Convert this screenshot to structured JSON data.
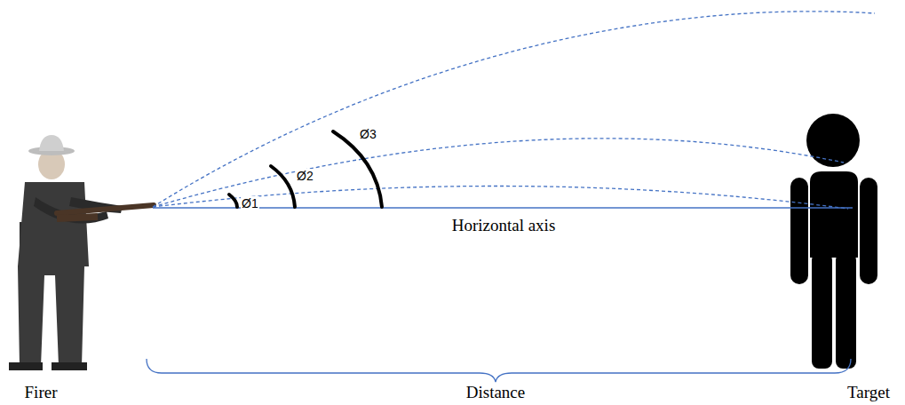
{
  "diagram": {
    "labels": [
      "Ø1",
      "Ø2",
      "Ø3",
      "Horizontal axis",
      "Firer",
      "Distance",
      "Target"
    ]
  }
}
